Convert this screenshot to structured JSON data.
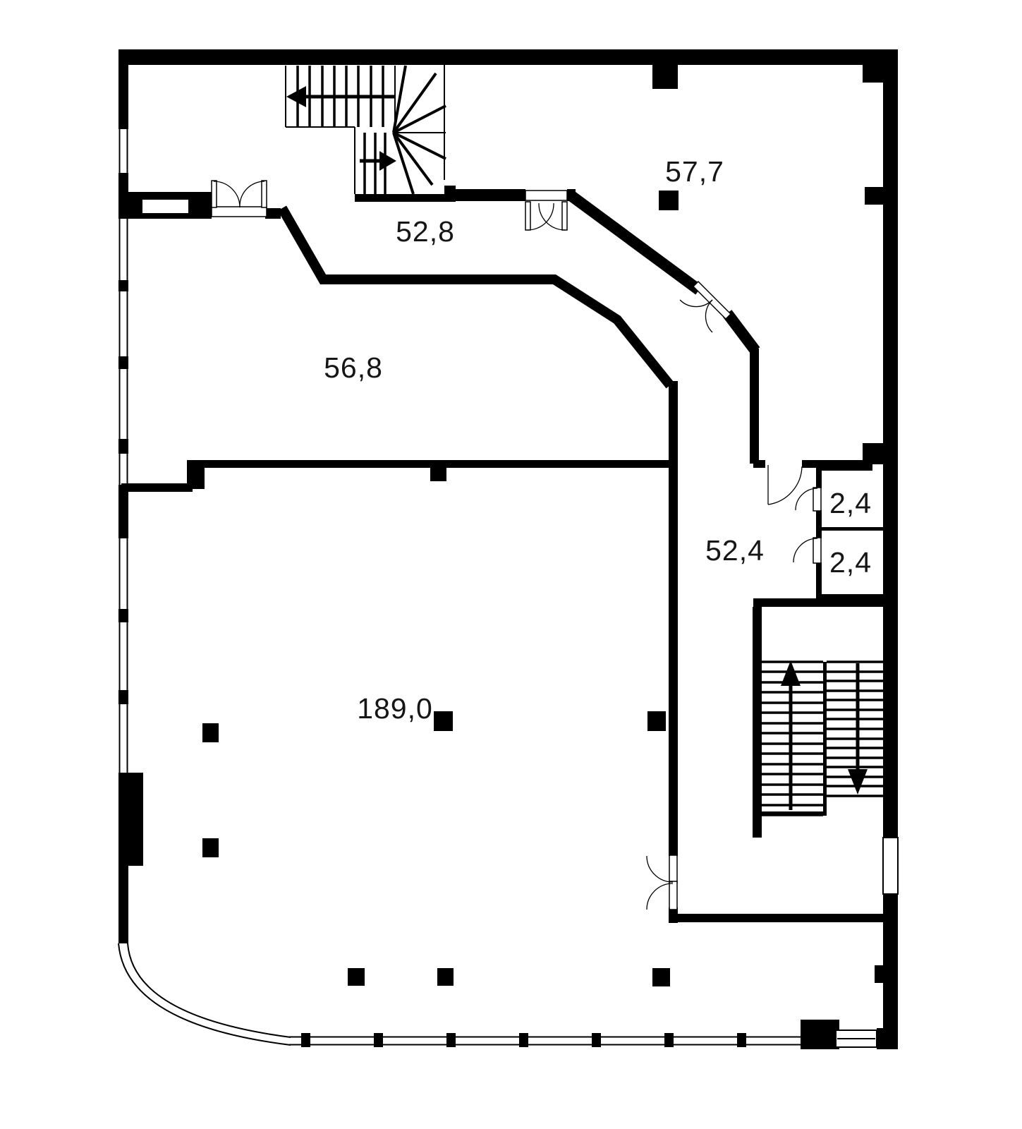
{
  "page": {
    "background": "#ffffff"
  },
  "plan": {
    "wall_color": "#000000",
    "label_color": "#161616",
    "rooms": [
      {
        "id": "top-right-hall",
        "area_label": "57,7"
      },
      {
        "id": "upper-corridor",
        "area_label": "52,8"
      },
      {
        "id": "middle-hall",
        "area_label": "56,8"
      },
      {
        "id": "right-corridor",
        "area_label": "52,4"
      },
      {
        "id": "closet-upper",
        "area_label": "2,4"
      },
      {
        "id": "closet-lower",
        "area_label": "2,4"
      },
      {
        "id": "main-hall",
        "area_label": "189,0"
      }
    ]
  }
}
